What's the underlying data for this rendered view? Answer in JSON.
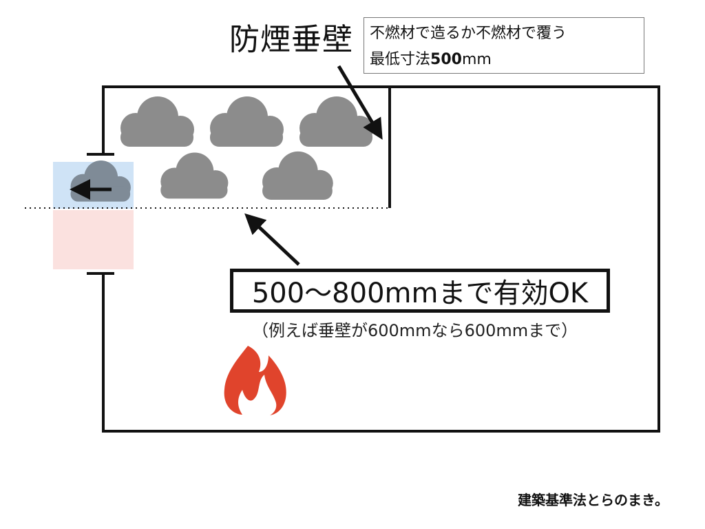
{
  "wall_label": "防煙垂壁",
  "note": {
    "line1": "不燃材で造るか不燃材で覆う",
    "line2_prefix": "最低寸法",
    "line2_value": "500",
    "line2_unit": "mm"
  },
  "effective_range": "500〜800mmまで有効OK",
  "example": "（例えば垂壁が600mmなら600mmまで）",
  "credit": "建築基準法とらのまき。",
  "colors": {
    "wall_line": "#111111",
    "smoke": "#8c8c8c",
    "opening_effective": "#cfe3f6",
    "opening_ineffective": "#fbe1df",
    "flame": "#e0442c"
  },
  "icons": [
    "smoke-cloud-icon",
    "fire-icon",
    "arrow-icon"
  ]
}
